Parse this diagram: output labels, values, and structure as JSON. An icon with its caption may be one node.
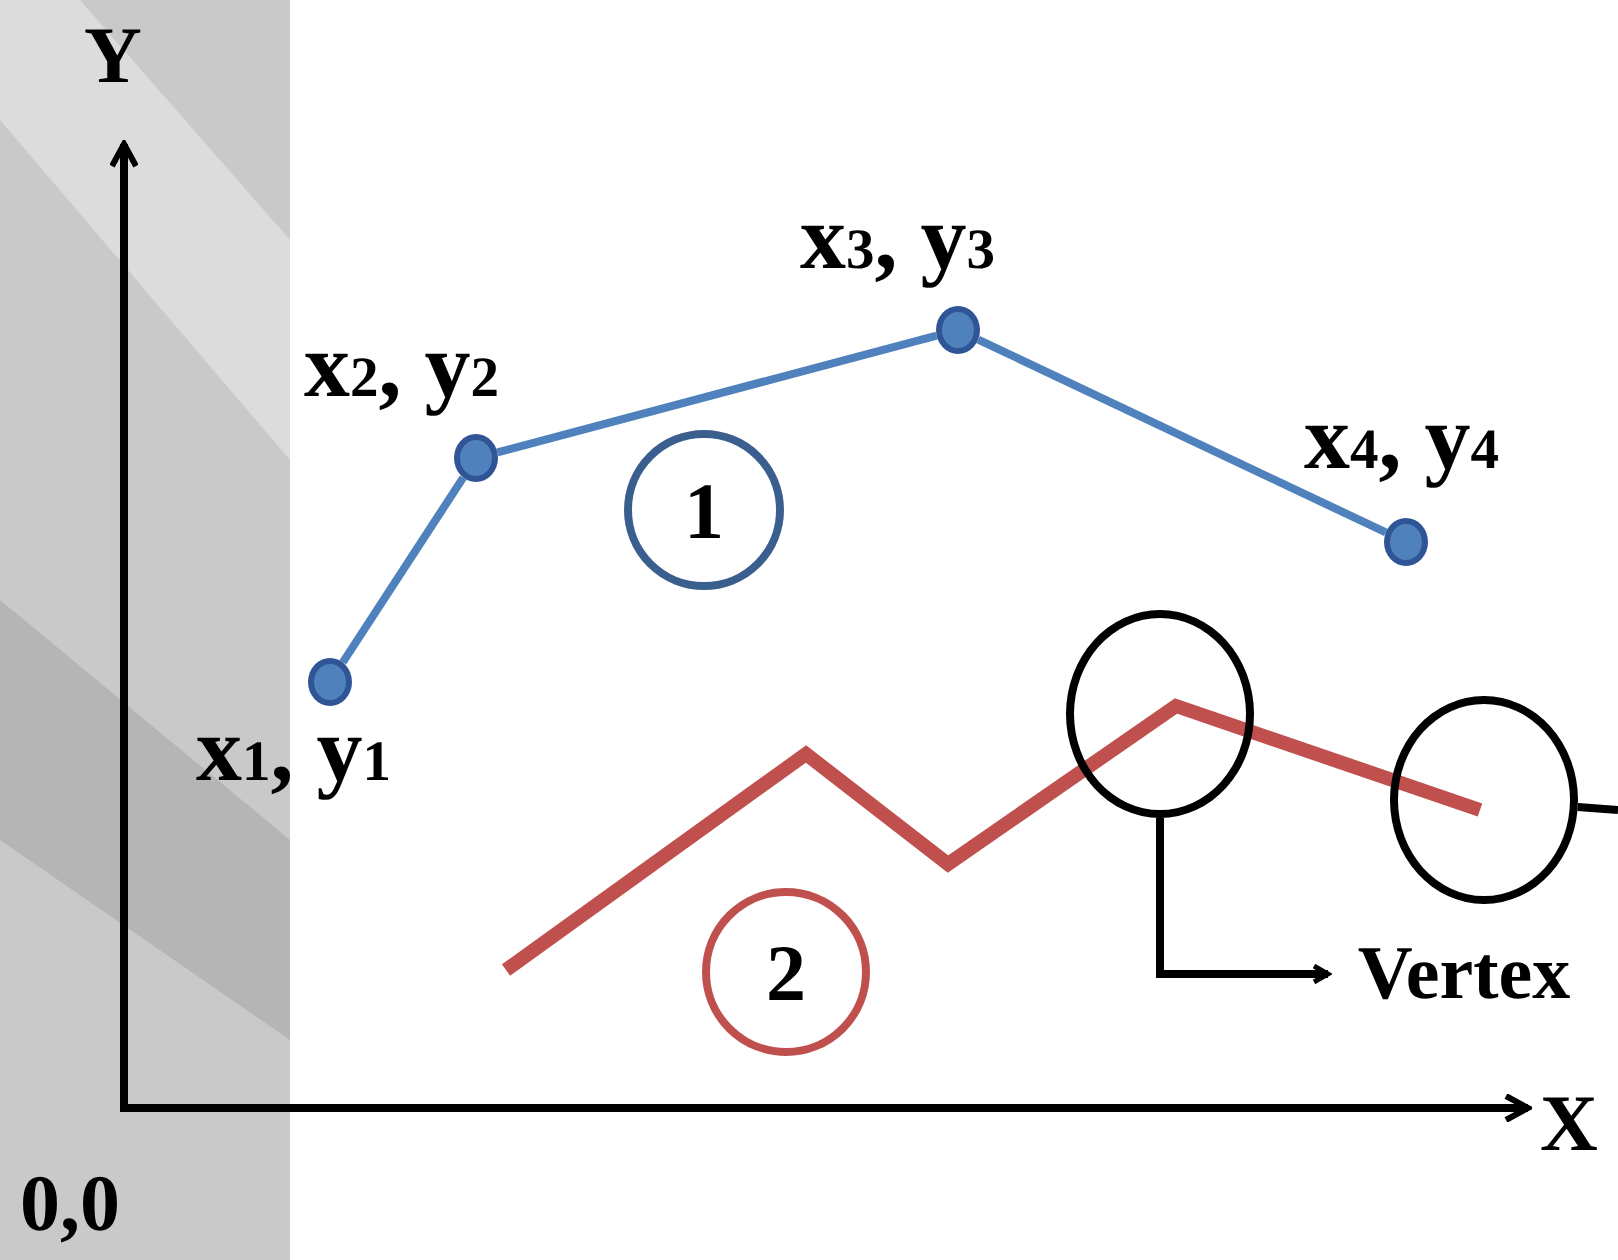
{
  "diagram": {
    "nodes": [
      {
        "text": [],
        "shape": "circle",
        "beside": [
          "x$_{1}$, y$_{1}$"
        ]
      },
      {
        "text": [],
        "shape": "circle",
        "beside": [
          "x$_{2}$, y$_{2}$"
        ]
      },
      {
        "text": [],
        "shape": "circle",
        "beside": [
          "x$_{3}$, y$_{3}$"
        ]
      },
      {
        "text": [],
        "shape": "circle",
        "beside": [
          "x$_{4}$, y$_{4}$"
        ]
      },
      {
        "text": [
          "1"
        ]
      },
      {
        "text": [
          "2"
        ]
      },
      {
        "text": [],
        "shape": "circle"
      },
      {
        "text": [],
        "shape": "circle"
      },
      {
        "text": [
          "Vertex"
        ]
      }
    ],
    "edges": [
      {
        "from": 0,
        "to": 1,
        "arrow": "none",
        "color": "#4f81bd"
      },
      {
        "from": 1,
        "to": 2,
        "arrow": "none",
        "color": "#4f81bd"
      },
      {
        "from": 2,
        "to": 3,
        "arrow": "none",
        "color": "#4f81bd"
      },
      {
        "from": 6,
        "to": 8,
        "arrow": "to",
        "color": "#000000"
      },
      {
        "from": 7,
        "to": null,
        "arrow": "none",
        "color": "#000000"
      }
    ],
    "labels": [
      "Y",
      "X",
      "0,0"
    ]
  }
}
